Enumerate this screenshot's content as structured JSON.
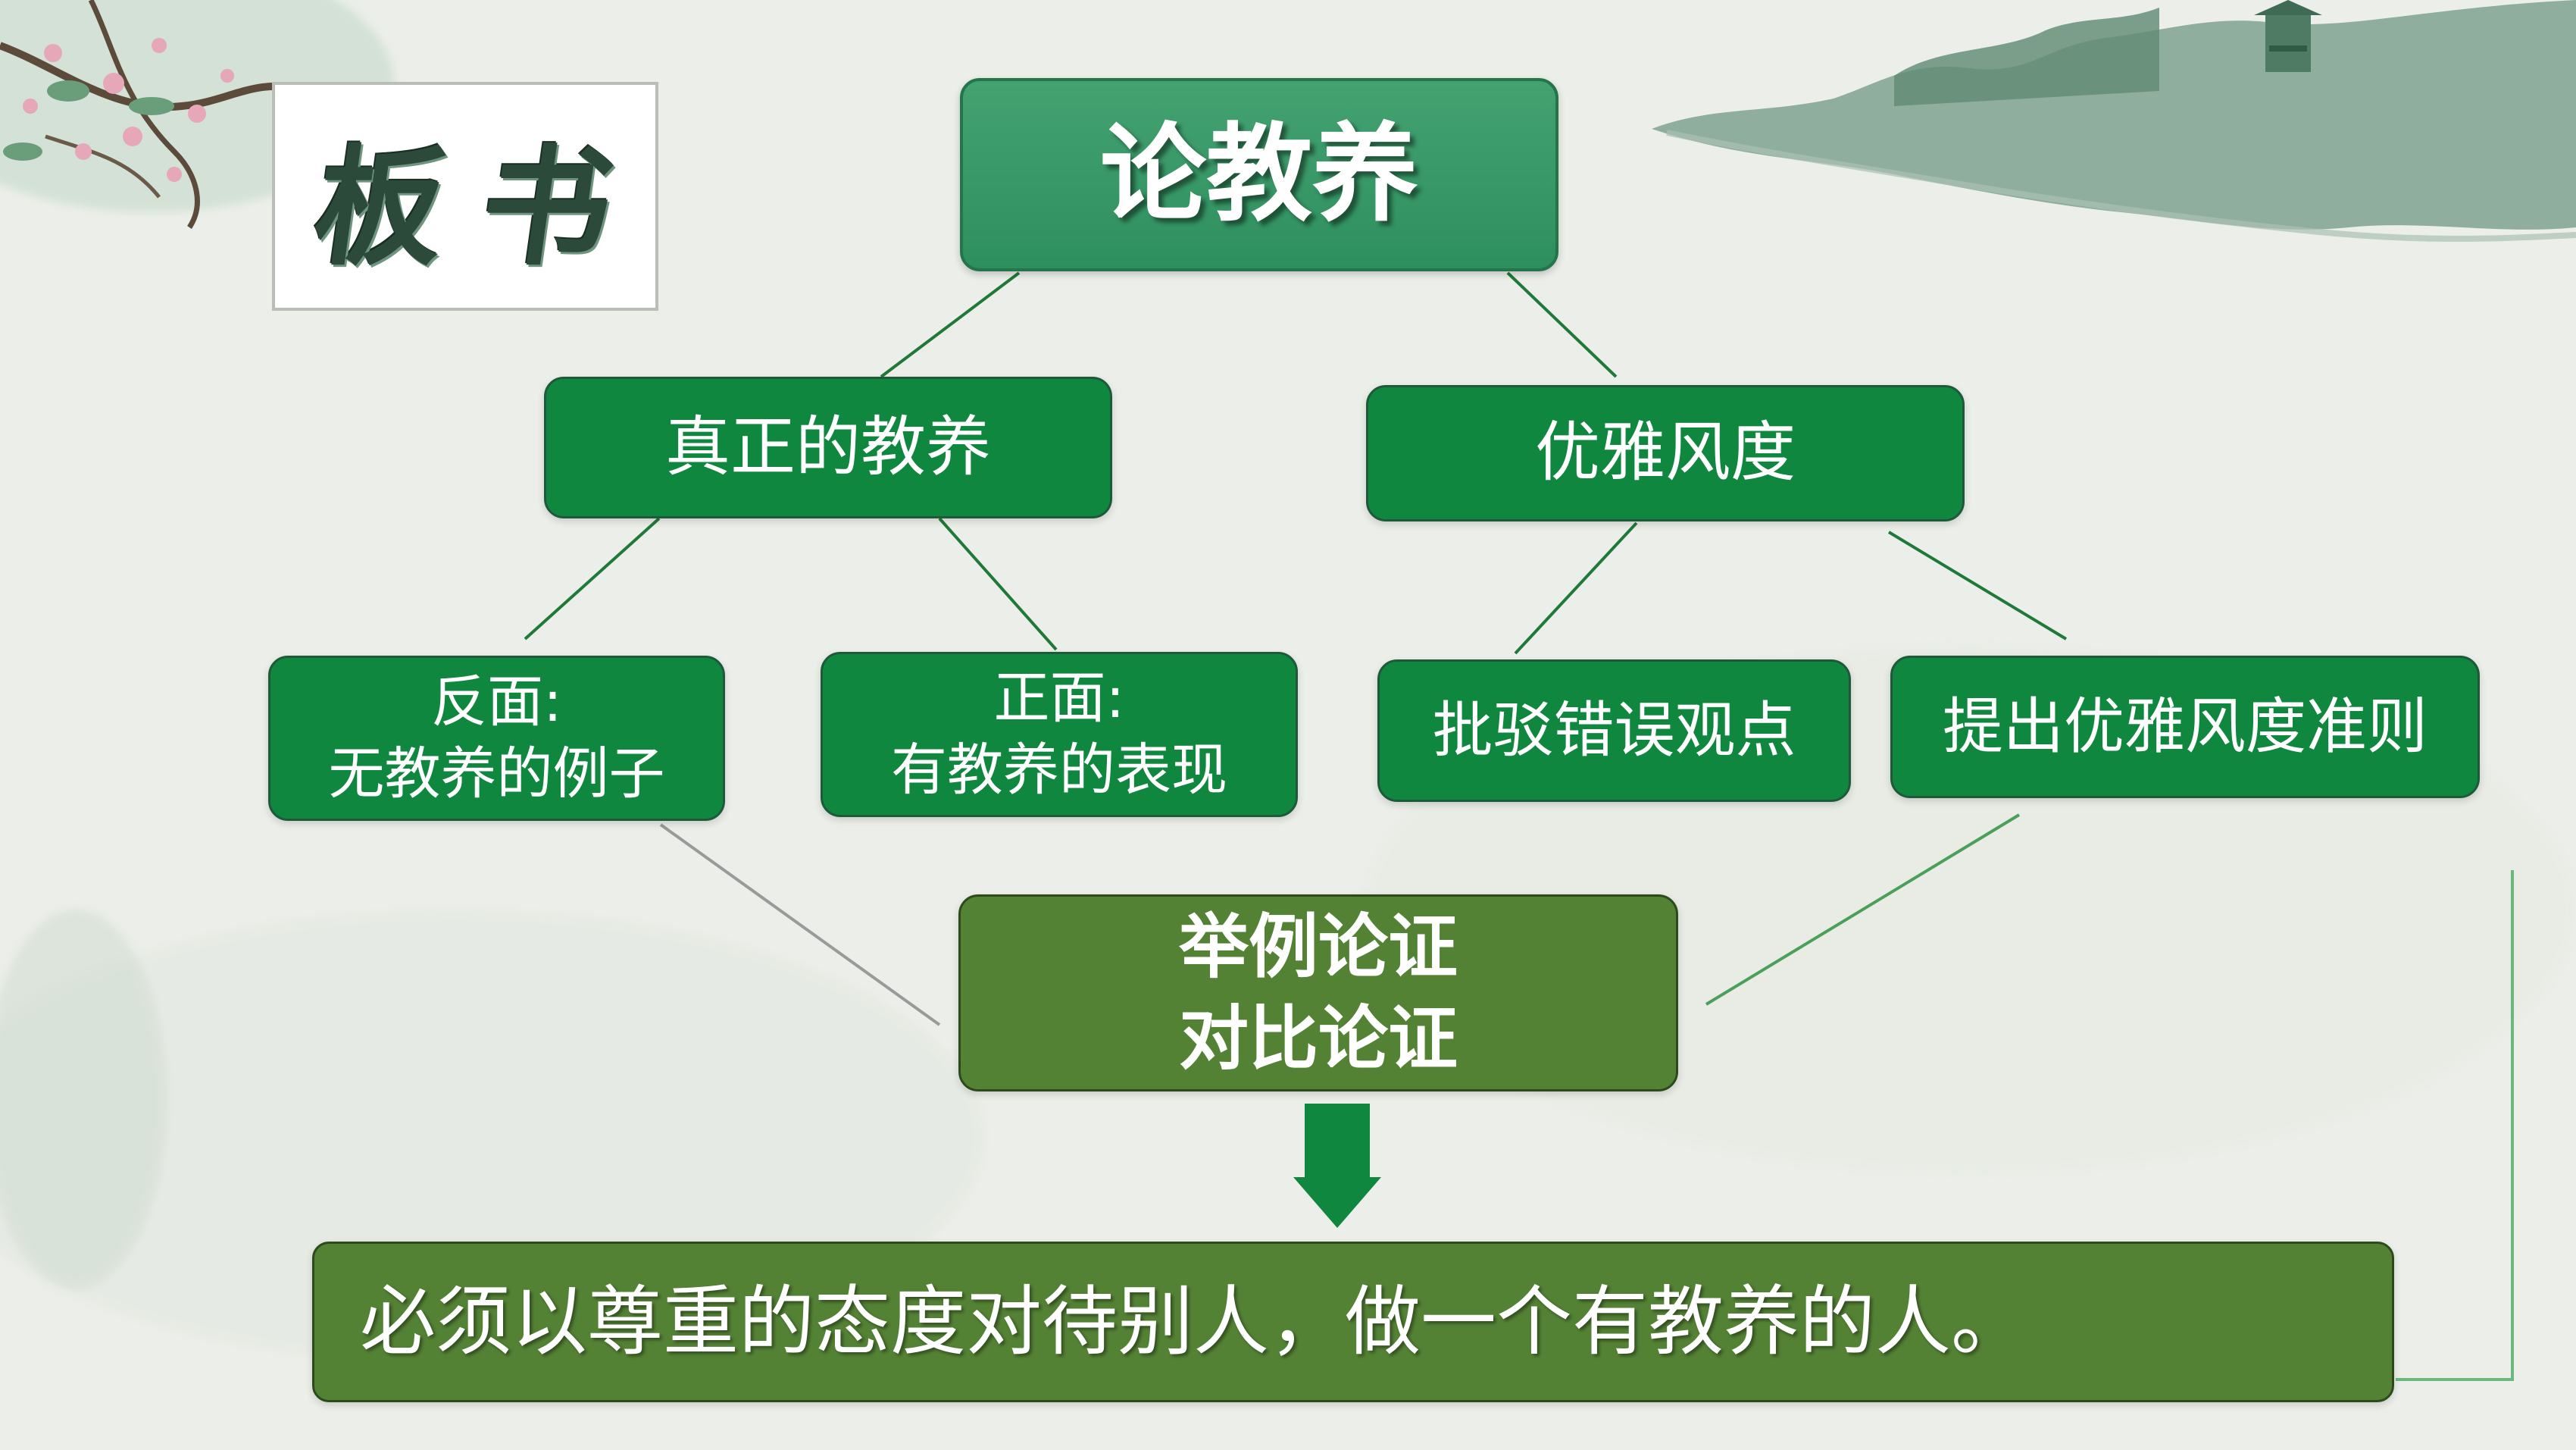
{
  "stamp": {
    "label": "板书"
  },
  "title": "论教养",
  "nodes": {
    "real_education": "真正的教养",
    "elegant_manner": "优雅风度",
    "negative_line1": "反面:",
    "negative_line2": "无教养的例子",
    "positive_line1": "正面:",
    "positive_line2": "有教养的表现",
    "refute": "批驳错误观点",
    "propose_rule": "提出优雅风度准则"
  },
  "methods": {
    "line1": "举例论证",
    "line2": "对比论证"
  },
  "conclusion": "必须以尊重的态度对待别人，做一个有教养的人。",
  "colors": {
    "node_green": "#10873f",
    "method_olive": "#548235",
    "title_green": "#3a9a68",
    "arrow_green": "#10873f",
    "connector_green": "#1f7a3a",
    "connector_gray": "#9a9a9a"
  },
  "icons": {
    "arrow": "arrow-down-icon",
    "decor_top_left": "plum-blossom-branch",
    "decor_top_right": "ink-landscape-pagoda"
  }
}
